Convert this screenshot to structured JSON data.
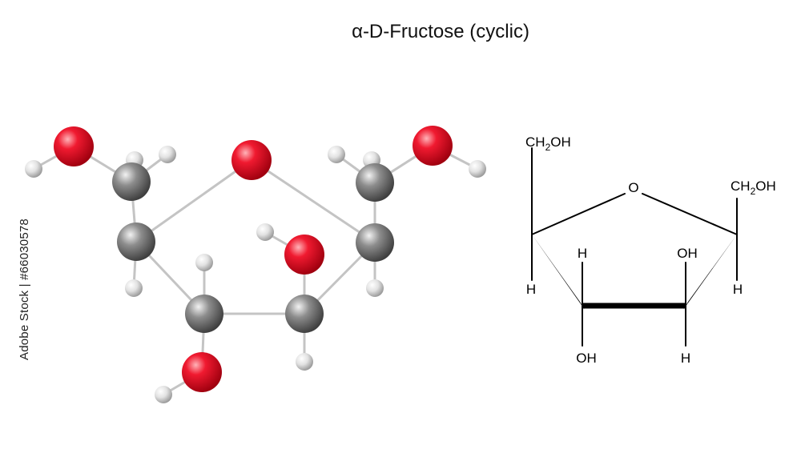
{
  "title": "α-D-Fructose (cyclic)",
  "watermark_id": "Adobe Stock | #66030578",
  "colors": {
    "oxygen": "#e8102a",
    "carbon": "#8a8a8a",
    "hydrogen": "#e6e6e6",
    "bond": "#bdbdbd"
  },
  "structural_formula": {
    "ring_oxygen": "O",
    "left_top_group": {
      "text": "CH",
      "sub": "2",
      "tail": "OH"
    },
    "right_top_group": {
      "text": "CH",
      "sub": "2",
      "tail": "OH"
    },
    "left_h": "H",
    "right_h": "H",
    "c3_up": "H",
    "c3_down": "OH",
    "c4_up": "OH",
    "c4_down": "H"
  }
}
